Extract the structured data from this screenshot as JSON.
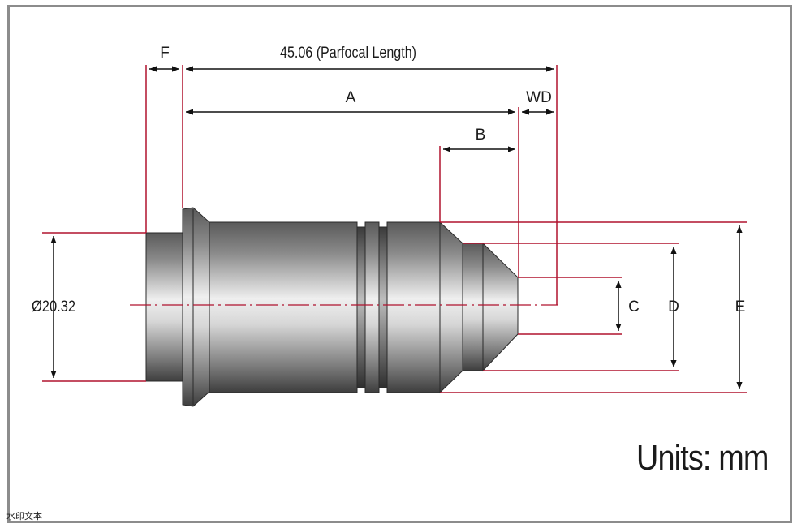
{
  "title": "",
  "dimensions": {
    "parfocal": "45.06 (Parfocal Length)",
    "f": "F",
    "a": "A",
    "wd": "WD",
    "b": "B",
    "diameter": "Ø20.32",
    "c": "C",
    "d": "D",
    "e": "E"
  },
  "units_label": "Units: mm",
  "watermark": "水印文本",
  "colors": {
    "dimension_line": "#b0132e",
    "arrow": "#111111",
    "body_dark": "#4a4a4a",
    "body_light": "#e8e8e8",
    "frame": "#8c8c8c"
  }
}
